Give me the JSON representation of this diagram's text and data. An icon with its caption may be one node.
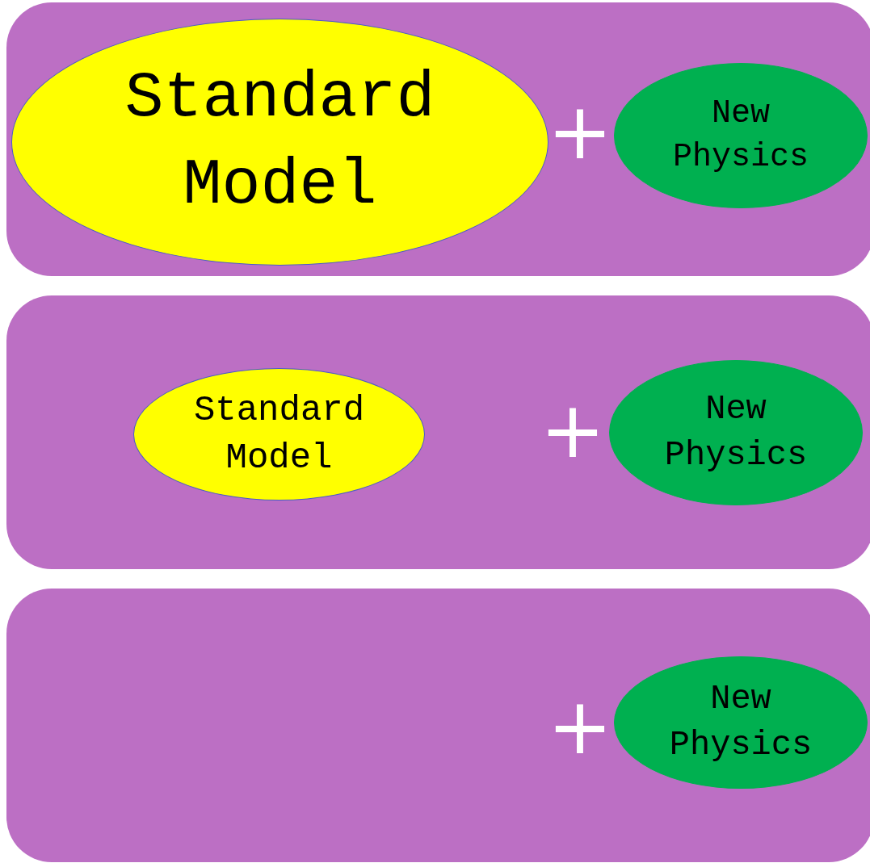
{
  "diagram": {
    "nodes": [
      {
        "text": [],
        "shape": "box"
      },
      {
        "text": [
          "Standard Model"
        ],
        "in": 0
      },
      {
        "text": [
          "New Physics"
        ],
        "in": 0
      },
      {
        "text": [],
        "shape": "box"
      },
      {
        "text": [
          "Standard Model"
        ],
        "in": 3
      },
      {
        "text": [
          "New Physics"
        ],
        "in": 3
      },
      {
        "text": [],
        "shape": "box"
      },
      {
        "text": [
          "New Physics"
        ],
        "in": 6
      }
    ],
    "labels": [
      "+",
      "+",
      "+"
    ]
  }
}
